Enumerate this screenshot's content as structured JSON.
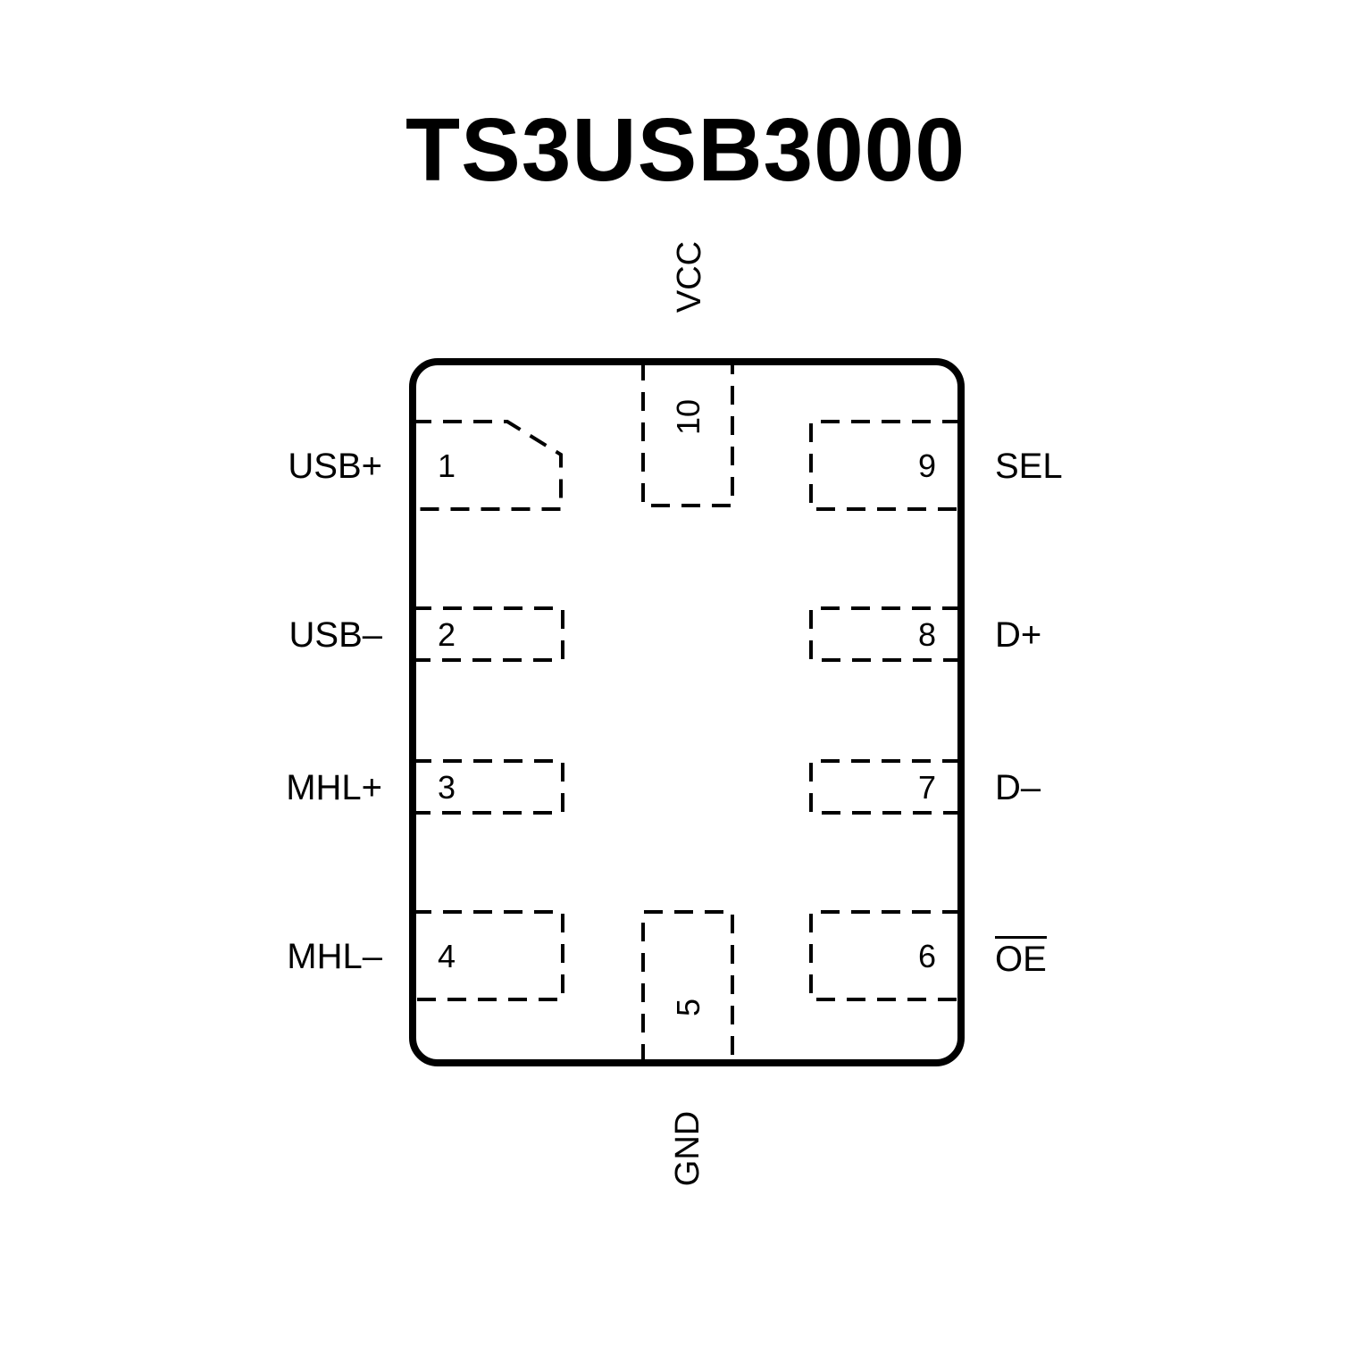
{
  "title": "TS3USB3000",
  "diagram": {
    "ink_color": "#000000",
    "background_color": "#ffffff",
    "chip": {
      "package_style": "10-pin dashed-pad package, pin 1 chamfer top-left pad",
      "top_pins": [
        {
          "number": "10",
          "label": "VCC"
        }
      ],
      "bottom_pins": [
        {
          "number": "5",
          "label": "GND"
        }
      ],
      "left_pins": [
        {
          "number": "1",
          "label": "USB+"
        },
        {
          "number": "2",
          "label": "USB–"
        },
        {
          "number": "3",
          "label": "MHL+"
        },
        {
          "number": "4",
          "label": "MHL–"
        }
      ],
      "right_pins": [
        {
          "number": "9",
          "label": "SEL"
        },
        {
          "number": "8",
          "label": "D+"
        },
        {
          "number": "7",
          "label": "D–"
        },
        {
          "number": "6",
          "label": "OE",
          "overline": true
        }
      ]
    }
  }
}
